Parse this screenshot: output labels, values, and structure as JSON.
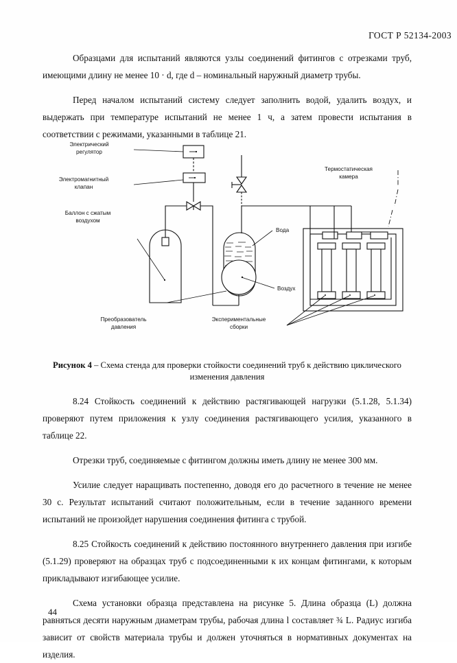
{
  "header": {
    "standard_code": "ГОСТ Р 52134-2003"
  },
  "body_top": {
    "paragraphs": [
      "Образцами для испытаний являются узлы соединений фитингов с отрезками труб, имеющими длину не менее 10 · d, где d – номинальный наружный диаметр трубы.",
      "Перед началом испытаний систему следует заполнить водой, удалить воздух, и выдержать при температуре испытаний не менее 1 ч, а затем провести испытания в соответствии с режимами, указанными в таблице  21."
    ]
  },
  "figure": {
    "caption_bold": "Рисунок 4",
    "caption_rest": " – Схема стенда для проверки стойкости соединений труб к действию циклического изменения давления",
    "labels": {
      "electric_regulator": [
        "Электрический",
        "регулятор"
      ],
      "solenoid_valve": [
        "Электромагнитный",
        "клапан"
      ],
      "air_cylinder": [
        "Баллон с сжатым",
        "воздухом"
      ],
      "water": "Вода",
      "air": "Воздух",
      "thermostatic_chamber": [
        "Термостатическая",
        "камера"
      ],
      "pressure_transducer": [
        "Преобразователь",
        "давления"
      ],
      "test_assemblies": [
        "Экспериментальные",
        "сборки"
      ]
    },
    "assembly_count": 3
  },
  "body_bottom": {
    "paragraphs": [
      "8.24 Стойкость соединений к действию растягивающей нагрузки (5.1.28, 5.1.34) проверяют путем приложения к узлу соединения растягивающего усилия, указанного в таблице  22.",
      "Отрезки труб, соединяемые с фитингом должны иметь длину не менее 300 мм.",
      "Усилие   следует наращивать  постепенно, доводя его до расчетного в течение не менее 30 с. Результат испытаний считают положительным, если в течение заданного времени испытаний не произойдет нарушения соединения фитинга с трубой.",
      "8.25 Стойкость соединений к действию постоянного внутреннего давления при изгибе (5.1.29) проверяют на образцах труб с подсоединенными к их концам фитингами, к которым прикладывают изгибающее усилие.",
      "Схема установки образца представлена на рисунке 5. Длина образца (L) должна равняться десяти наружным диаметрам трубы, рабочая длина l  составляет ¾ L. Радиус изгиба зависит от свойств материала трубы и должен уточняться в нормативных документах на изделия."
    ]
  },
  "footer": {
    "page_number": "44"
  },
  "colors": {
    "ink": "#111111",
    "paper": "#fefefe"
  }
}
